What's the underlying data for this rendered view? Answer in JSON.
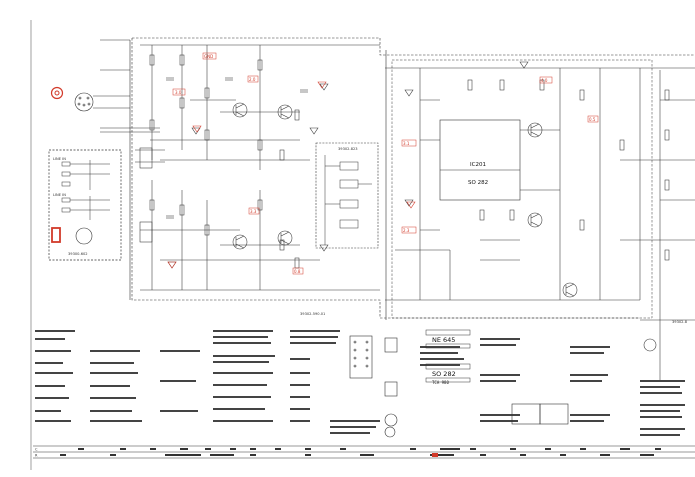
{
  "input_box": {
    "line_in_1": "LINE IN",
    "line_in_2": "LINE IN",
    "part_no": "39300-602"
  },
  "modules": {
    "module_823": "39302-823",
    "module_590": "39302-590.01",
    "ic_name": "IC201",
    "ic_type": "SO 282",
    "module_right": "39302-8"
  },
  "ic_table": {
    "ne645": "NE 645",
    "so282": "SO 282",
    "tca": "TCA 980"
  },
  "red_labels": [
    "GND",
    "3.0",
    "2.0",
    "3.3",
    "0.8",
    "3.1",
    "4.0",
    "0.5",
    "2.3"
  ],
  "footer": {
    "row1_label": "C",
    "row2_label": "R"
  }
}
